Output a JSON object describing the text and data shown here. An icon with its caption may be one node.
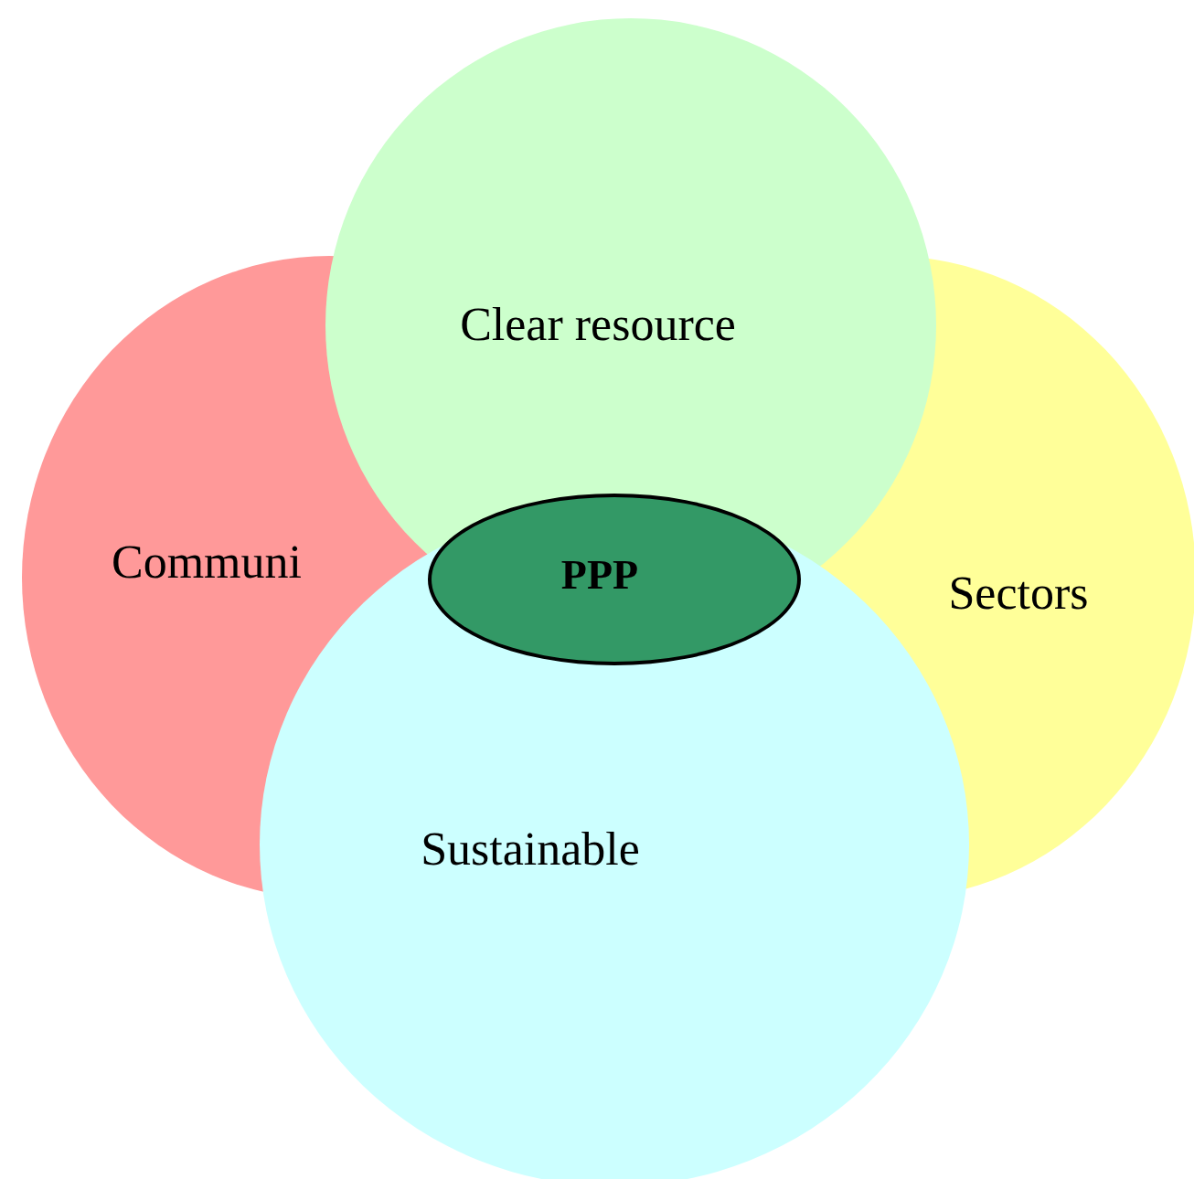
{
  "diagram": {
    "nodes": [
      {
        "text": [
          "Clear resource"
        ]
      },
      {
        "text": [
          "Communi"
        ]
      },
      {
        "text": [
          "PPP"
        ]
      },
      {
        "text": [
          "Sectors"
        ]
      },
      {
        "text": [
          "Sustainable"
        ]
      }
    ]
  }
}
